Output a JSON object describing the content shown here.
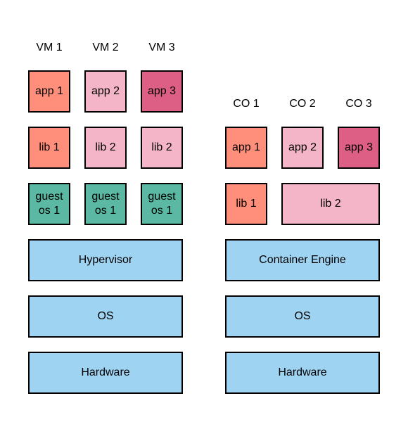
{
  "vm_stack": {
    "column_labels": [
      "VM 1",
      "VM 2",
      "VM 3"
    ],
    "apps": [
      {
        "label": "app 1",
        "color": "#FF8F7A"
      },
      {
        "label": "app 2",
        "color": "#F4B5C8"
      },
      {
        "label": "app 3",
        "color": "#DE5F85"
      }
    ],
    "libs": [
      {
        "label": "lib 1",
        "color": "#FF8F7A"
      },
      {
        "label": "lib 2",
        "color": "#F4B5C8"
      },
      {
        "label": "lib 2",
        "color": "#F4B5C8"
      }
    ],
    "guest_os": [
      {
        "line1": "guest",
        "line2": "os 1",
        "color": "#5BB8A2"
      },
      {
        "line1": "guest",
        "line2": "os 1",
        "color": "#5BB8A2"
      },
      {
        "line1": "guest",
        "line2": "os 1",
        "color": "#5BB8A2"
      }
    ],
    "hypervisor": {
      "label": "Hypervisor",
      "color": "#9FD3F2"
    },
    "os": {
      "label": "OS",
      "color": "#9FD3F2"
    },
    "hardware": {
      "label": "Hardware",
      "color": "#9FD3F2"
    }
  },
  "container_stack": {
    "column_labels": [
      "CO 1",
      "CO 2",
      "CO 3"
    ],
    "apps": [
      {
        "label": "app 1",
        "color": "#FF8F7A"
      },
      {
        "label": "app 2",
        "color": "#F4B5C8"
      },
      {
        "label": "app 3",
        "color": "#DE5F85"
      }
    ],
    "libs": [
      {
        "label": "lib 1",
        "color": "#FF8F7A"
      },
      {
        "label": "lib 2",
        "color": "#F4B5C8"
      }
    ],
    "engine": {
      "label": "Container Engine",
      "color": "#9FD3F2"
    },
    "os": {
      "label": "OS",
      "color": "#9FD3F2"
    },
    "hardware": {
      "label": "Hardware",
      "color": "#9FD3F2"
    }
  }
}
